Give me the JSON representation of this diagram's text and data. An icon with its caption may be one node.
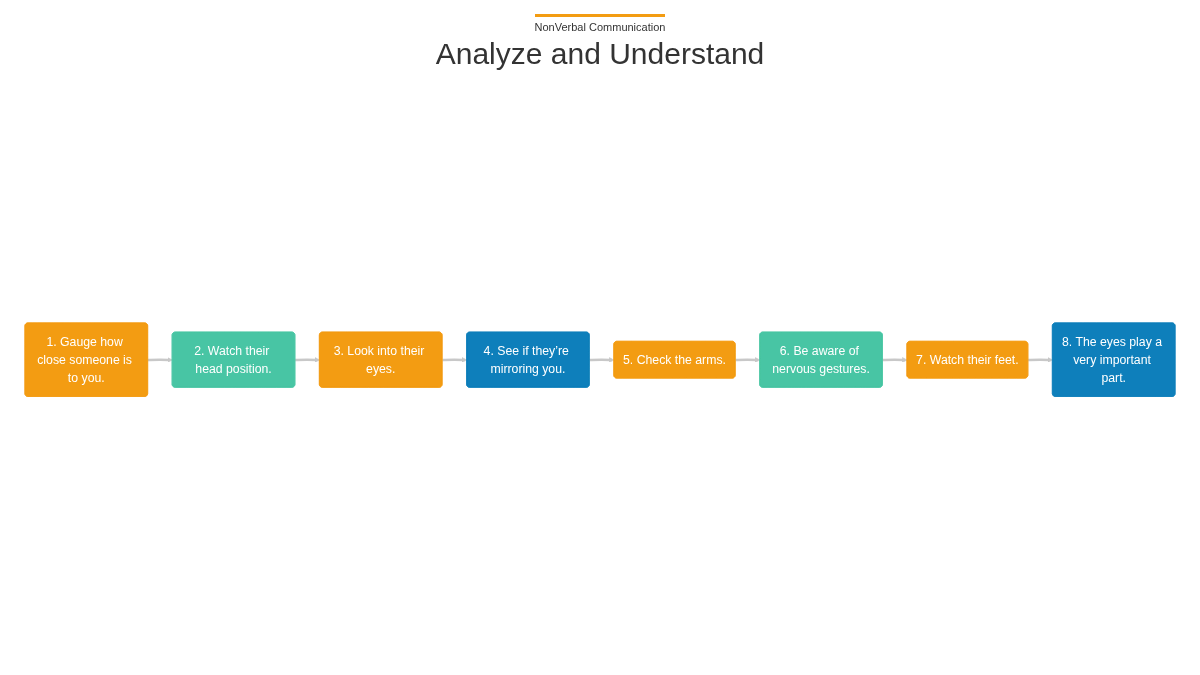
{
  "diagram": {
    "title": "Analyze and Understand",
    "nodes": [
      {
        "text": [
          "1. Gauge how close someone is to you."
        ]
      },
      {
        "text": [
          "2. Watch their head position."
        ]
      },
      {
        "text": [
          "3. Look into their eyes."
        ]
      },
      {
        "text": [
          "4. See if they’re mirroring you."
        ]
      },
      {
        "text": [
          "5. Check the arms."
        ]
      },
      {
        "text": [
          "6. Be aware of nervous gestures."
        ]
      },
      {
        "text": [
          "7. Watch their feet."
        ]
      },
      {
        "text": [
          "8. The eyes play a very important part."
        ]
      }
    ],
    "edges": [
      {
        "from": 0,
        "to": 1,
        "arrow": "to"
      },
      {
        "from": 1,
        "to": 2,
        "arrow": "to"
      },
      {
        "from": 2,
        "to": 3,
        "arrow": "to"
      },
      {
        "from": 3,
        "to": 4,
        "arrow": "to"
      },
      {
        "from": 4,
        "to": 5,
        "arrow": "to"
      },
      {
        "from": 5,
        "to": 6,
        "arrow": "to"
      },
      {
        "from": 6,
        "to": 7,
        "arrow": "to"
      }
    ],
    "labels": [
      "NonVerbal Communication"
    ]
  }
}
